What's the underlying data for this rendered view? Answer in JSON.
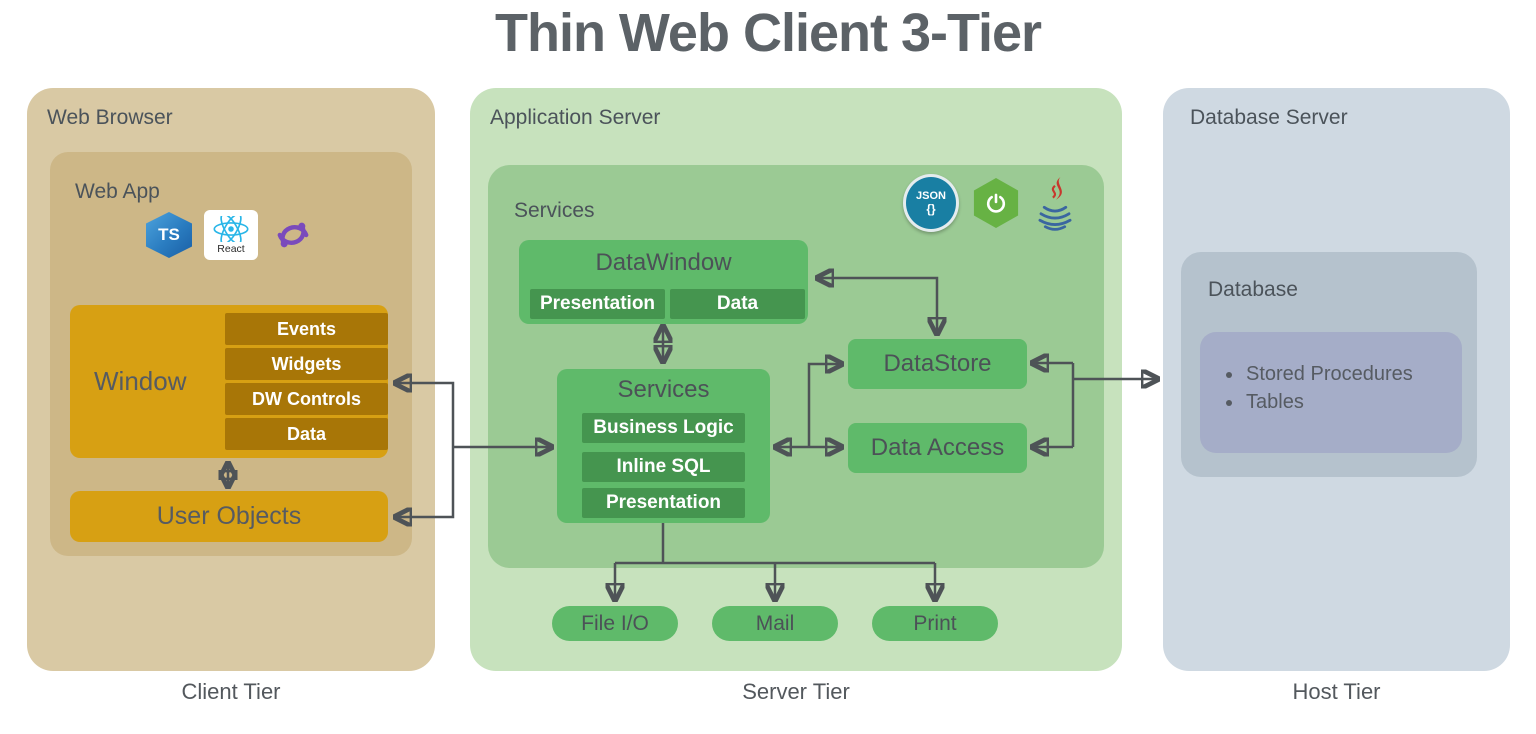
{
  "title": "Thin Web Client 3-Tier",
  "colors": {
    "client_tier_bg": "#d9c9a4",
    "client_inner_bg": "#cdb787",
    "client_node_bg": "#d7a013",
    "client_row_bg": "#a87607",
    "server_tier_bg": "#c7e2bd",
    "server_inner_bg": "#9bca94",
    "server_node_bg": "#5fba6a",
    "server_row_bg": "#45954f",
    "host_tier_bg": "#cfd9e2",
    "host_inner_bg": "#b5c2cd",
    "host_node_bg": "#a5adc8",
    "arrow": "#4e5357",
    "heading_text": "#4b535a",
    "typescript_blue": "#2a7cc0",
    "react_cyan": "#29b6e8",
    "redux_purple": "#7a4abc",
    "json_teal": "#197fa3",
    "spring_green": "#67b244",
    "java_red": "#c8372d",
    "java_blue": "#3a66a0"
  },
  "client": {
    "tier_label": "Client Tier",
    "container_label": "Web Browser",
    "app_label": "Web App",
    "icons": {
      "typescript": "TS",
      "react": "React"
    },
    "window": {
      "label": "Window",
      "rows": [
        "Events",
        "Widgets",
        "DW Controls",
        "Data"
      ]
    },
    "user_objects_label": "User Objects"
  },
  "server": {
    "tier_label": "Server Tier",
    "container_label": "Application Server",
    "services_label": "Services",
    "json_icon": {
      "line1": "JSON",
      "line2": "{}"
    },
    "datawindow": {
      "title": "DataWindow",
      "rows": [
        "Presentation",
        "Data"
      ]
    },
    "services_box": {
      "title": "Services",
      "rows": [
        "Business Logic",
        "Inline SQL",
        "Presentation"
      ]
    },
    "datastore_label": "DataStore",
    "data_access_label": "Data Access",
    "pills": [
      "File I/O",
      "Mail",
      "Print"
    ]
  },
  "host": {
    "tier_label": "Host Tier",
    "container_label": "Database Server",
    "database_label": "Database",
    "items": [
      "Stored Procedures",
      "Tables"
    ]
  }
}
